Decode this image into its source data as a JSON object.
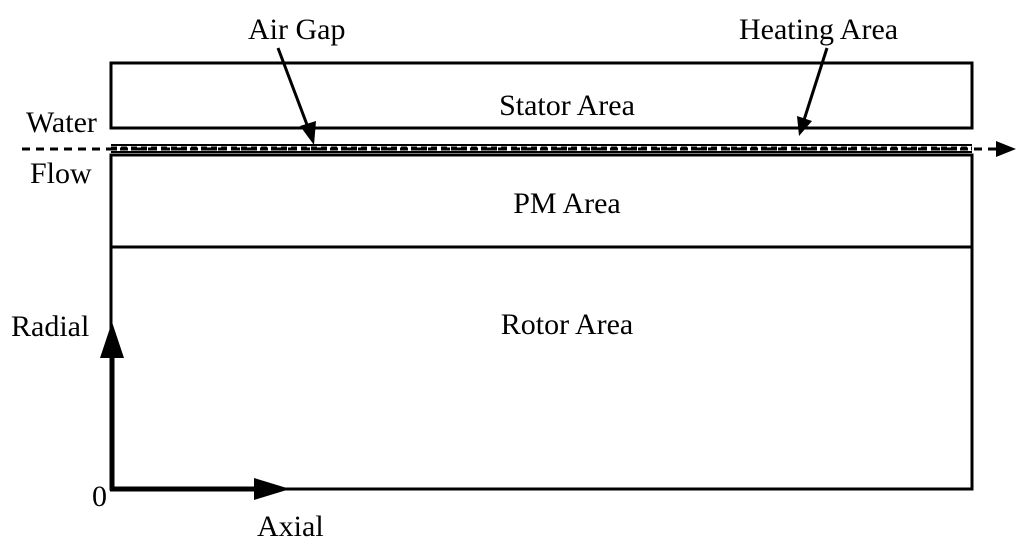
{
  "labels": {
    "air_gap": "Air Gap",
    "heating_area": "Heating Area",
    "water": "Water",
    "flow": "Flow",
    "stator_area": "Stator Area",
    "pm_area": "PM Area",
    "rotor_area": "Rotor Area",
    "radial": "Radial",
    "origin": "0",
    "axial": "Axial"
  },
  "colors": {
    "line": "#000000",
    "background": "#ffffff"
  }
}
